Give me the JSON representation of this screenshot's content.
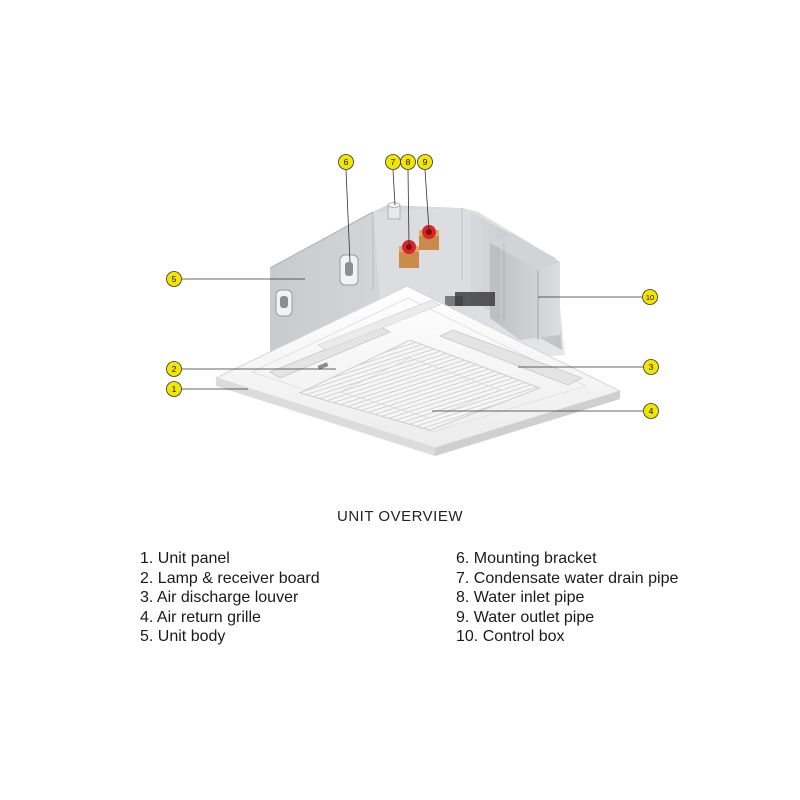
{
  "overview_title": "UNIT OVERVIEW",
  "callouts": [
    {
      "number": "1"
    },
    {
      "number": "2"
    },
    {
      "number": "3"
    },
    {
      "number": "4"
    },
    {
      "number": "5"
    },
    {
      "number": "6"
    },
    {
      "number": "7"
    },
    {
      "number": "8"
    },
    {
      "number": "9"
    },
    {
      "number": "10"
    }
  ],
  "legend": {
    "left": [
      "1. Unit panel",
      "2. Lamp & receiver board",
      "3. Air discharge louver",
      "4. Air return grille",
      "5. Unit body"
    ],
    "right": [
      "6. Mounting bracket",
      "7. Condensate water drain pipe",
      "8. Water inlet pipe",
      "9. Water outlet pipe",
      "10. Control box"
    ]
  },
  "colors": {
    "callout_fill": "#f2e500",
    "panel_white": "#f4f4f4",
    "body_grey": "#d9dadc",
    "pipe_copper": "#c98a4a",
    "pipe_red": "#d8262a"
  }
}
